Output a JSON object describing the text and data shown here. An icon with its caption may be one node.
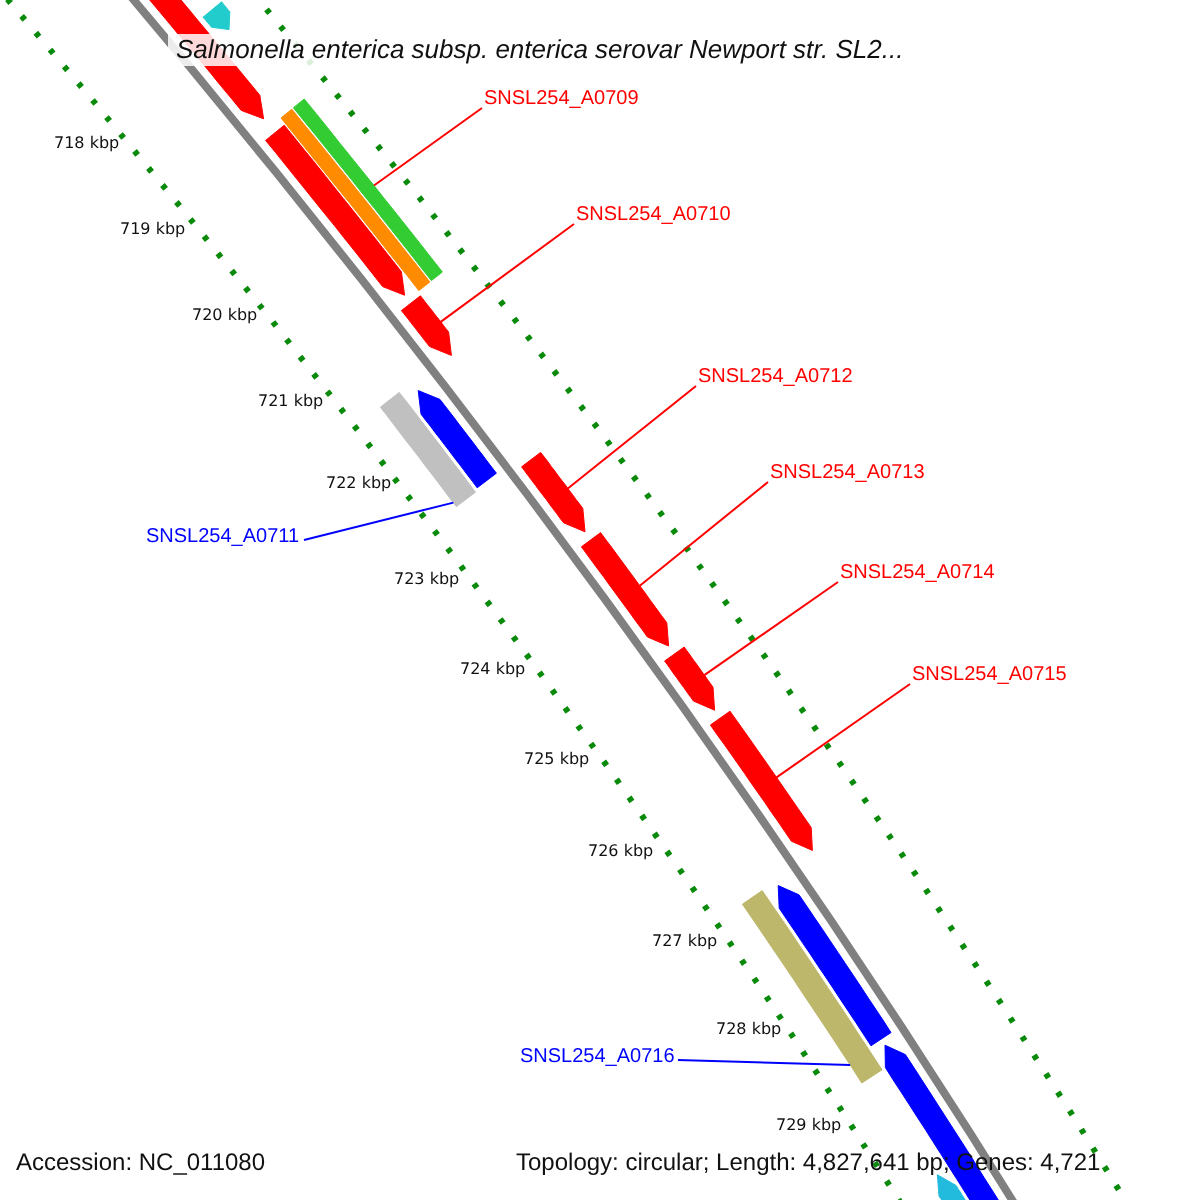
{
  "diagram": {
    "nodes": [
      {
        "text": [
          "SNSL254_A0709"
        ]
      },
      {
        "text": [],
        "shape": "bar"
      },
      {
        "text": [
          "SNSL254_A0710"
        ]
      },
      {
        "text": [],
        "shape": "arrow"
      },
      {
        "text": [
          "SNSL254_A0712"
        ]
      },
      {
        "text": [],
        "shape": "arrow"
      },
      {
        "text": [
          "SNSL254_A0713"
        ]
      },
      {
        "text": [],
        "shape": "arrow"
      },
      {
        "text": [
          "SNSL254_A0711"
        ]
      },
      {
        "text": [],
        "shape": "bar"
      },
      {
        "text": [
          "SNSL254_A0714"
        ]
      },
      {
        "text": [],
        "shape": "arrow"
      },
      {
        "text": [
          "SNSL254_A0715"
        ]
      },
      {
        "text": [],
        "shape": "arrow"
      },
      {
        "text": [
          "SNSL254_A0716"
        ]
      },
      {
        "text": [],
        "shape": "bar"
      },
      {
        "text": [],
        "shape": "arrow"
      },
      {
        "text": [],
        "shape": "arrow"
      },
      {
        "text": [],
        "shape": "bar"
      },
      {
        "text": [],
        "shape": "arrow"
      },
      {
        "text": [],
        "shape": "arrow"
      },
      {
        "text": [],
        "shape": "arrow"
      },
      {
        "text": [],
        "shape": "arrow"
      },
      {
        "text": [],
        "shape": "arrow"
      }
    ],
    "edges": [
      {
        "from": 0,
        "to": 1,
        "arrow": "none"
      },
      {
        "from": 2,
        "to": 3,
        "arrow": "none"
      },
      {
        "from": 4,
        "to": 5,
        "arrow": "none"
      },
      {
        "from": 6,
        "to": 7,
        "arrow": "none"
      },
      {
        "from": 8,
        "to": 9,
        "arrow": "none",
        "color": "#0000ff"
      },
      {
        "from": 10,
        "to": 11,
        "arrow": "none"
      },
      {
        "from": 12,
        "to": 13,
        "arrow": "none"
      },
      {
        "from": 14,
        "to": 15,
        "arrow": "none",
        "color": "#0000ff"
      }
    ],
    "labels": [
      "Salmonella enterica subsp. enterica serovar Newport str. SL2...",
      "718 kbp",
      "719 kbp",
      "720 kbp",
      "721 kbp",
      "722 kbp",
      "723 kbp",
      "724 kbp",
      "725 kbp",
      "726 kbp",
      "727 kbp",
      "728 kbp",
      "729 kbp",
      "Accession: NC_011080",
      "Topology: circular; Length: 4,827,641 bp; Genes: 4,721"
    ]
  }
}
